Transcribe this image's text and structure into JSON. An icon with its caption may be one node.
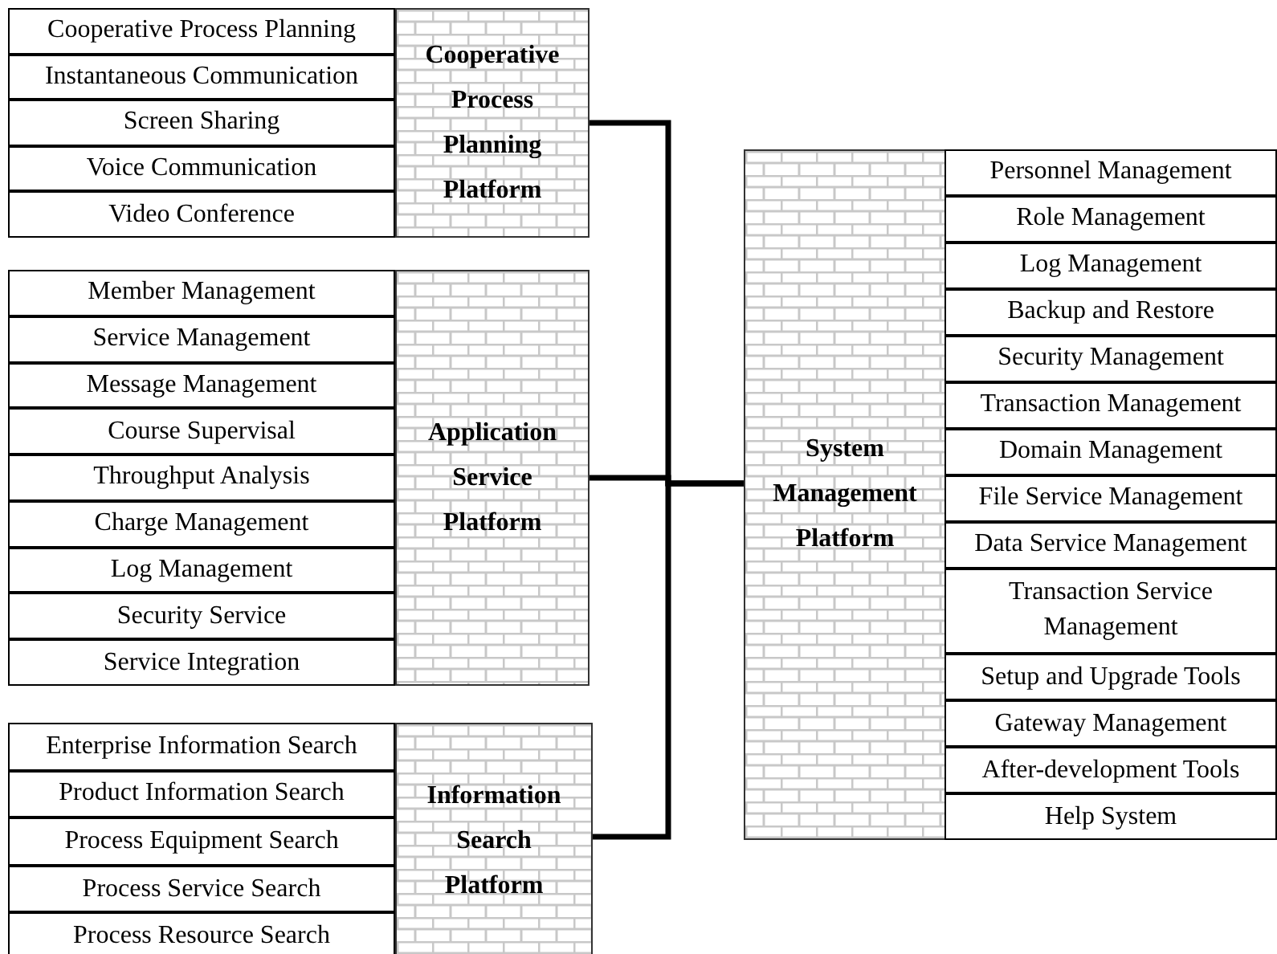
{
  "diagram": {
    "nodes": [
      {
        "text": [
          "Cooperative Process Planning Platform"
        ]
      },
      {
        "text": [
          "Cooperative Process Planning"
        ]
      },
      {
        "text": [
          "Instantaneous Communication"
        ]
      },
      {
        "text": [
          "Screen Sharing"
        ]
      },
      {
        "text": [
          "Voice Communication"
        ]
      },
      {
        "text": [
          "Video Conference"
        ]
      },
      {
        "text": [
          "Application Service Platform"
        ]
      },
      {
        "text": [
          "Member Management"
        ]
      },
      {
        "text": [
          "Service Management"
        ]
      },
      {
        "text": [
          "Message Management"
        ]
      },
      {
        "text": [
          "Course Supervisal"
        ]
      },
      {
        "text": [
          "Throughput Analysis"
        ]
      },
      {
        "text": [
          "Charge Management"
        ]
      },
      {
        "text": [
          "Log Management"
        ]
      },
      {
        "text": [
          "Security Service"
        ]
      },
      {
        "text": [
          "Service Integration"
        ]
      },
      {
        "text": [
          "Information Search Platform"
        ]
      },
      {
        "text": [
          "Enterprise Information Search"
        ]
      },
      {
        "text": [
          "Product Information Search"
        ]
      },
      {
        "text": [
          "Process Equipment Search"
        ]
      },
      {
        "text": [
          "Process Service Search"
        ]
      },
      {
        "text": [
          "Process Resource Search"
        ]
      },
      {
        "text": [
          "System Management Platform"
        ]
      },
      {
        "text": [
          "Personnel Management"
        ]
      },
      {
        "text": [
          "Role Management"
        ]
      },
      {
        "text": [
          "Log Management"
        ]
      },
      {
        "text": [
          "Backup and Restore"
        ]
      },
      {
        "text": [
          "Security Management"
        ]
      },
      {
        "text": [
          "Transaction Management"
        ]
      },
      {
        "text": [
          "Domain Management"
        ]
      },
      {
        "text": [
          "File Service Management"
        ]
      },
      {
        "text": [
          "Data Service Management"
        ]
      },
      {
        "text": [
          "Transaction Service Management"
        ]
      },
      {
        "text": [
          "Setup and Upgrade Tools"
        ]
      },
      {
        "text": [
          "Gateway Management"
        ]
      },
      {
        "text": [
          "After-development Tools"
        ]
      },
      {
        "text": [
          "Help System"
        ]
      }
    ],
    "edges": [
      {
        "from": 0,
        "to": 22,
        "arrow": "none"
      },
      {
        "from": 6,
        "to": 22,
        "arrow": "none"
      },
      {
        "from": 16,
        "to": 22,
        "arrow": "none"
      }
    ]
  }
}
